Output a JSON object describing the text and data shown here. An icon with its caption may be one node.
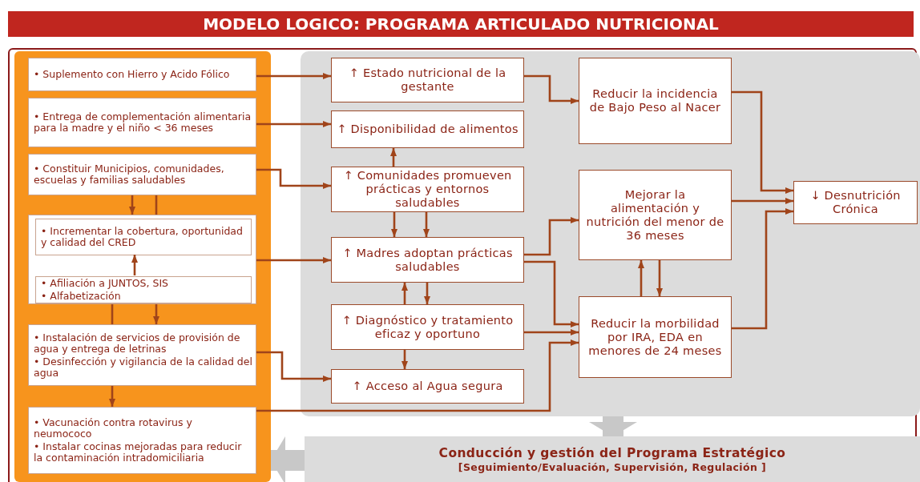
{
  "diagram": {
    "title": "MODELO LOGICO: PROGRAMA ARTICULADO NUTRICIONAL",
    "nodes": [
      {
        "text": [],
        "shape": "box"
      },
      {
        "text": [],
        "shape": "box"
      },
      {
        "text": [
          "• Suplemento con Hierro y Acido Fólico"
        ],
        "in": 0
      },
      {
        "text": [
          "• Entrega de complementación alimentaria para la madre y el niño < 36 meses"
        ],
        "in": 0
      },
      {
        "text": [
          "• Constituir Municipios, comunidades, escuelas y familias saludables"
        ],
        "in": 0
      },
      {
        "text": [],
        "shape": "box",
        "in": 0
      },
      {
        "text": [
          "• Incrementar la cobertura, oportunidad y calidad del CRED"
        ],
        "in": 5
      },
      {
        "text": [
          "• Afiliación a JUNTOS, SIS",
          "• Alfabetización"
        ],
        "in": 5
      },
      {
        "text": [
          "• Instalación de servicios de provisión de agua y entrega de letrinas",
          "• Desinfección y vigilancia de la calidad del agua"
        ],
        "in": 0
      },
      {
        "text": [
          "• Vacunación contra rotavirus y neumococo",
          "• Instalar cocinas mejoradas para reducir la contaminación intradomiciliaria"
        ],
        "in": 0
      },
      {
        "text": [
          "↑ Estado nutricional de la gestante"
        ],
        "in": 1
      },
      {
        "text": [
          "↑ Disponibilidad de alimentos"
        ],
        "in": 1
      },
      {
        "text": [
          "↑ Comunidades promueven prácticas y entornos saludables"
        ],
        "in": 1
      },
      {
        "text": [
          "↑ Madres adoptan prácticas saludables"
        ],
        "in": 1
      },
      {
        "text": [
          "↑ Diagnóstico y tratamiento eficaz y oportuno"
        ],
        "in": 1
      },
      {
        "text": [
          "↑ Acceso al Agua segura"
        ],
        "in": 1
      },
      {
        "text": [
          "Reducir la incidencia de Bajo Peso al Nacer"
        ],
        "in": 1
      },
      {
        "text": [
          "Mejorar la alimentación y nutrición del menor de 36 meses"
        ],
        "in": 1
      },
      {
        "text": [
          "Reducir la morbilidad por IRA, EDA en menores de 24 meses"
        ],
        "in": 1
      },
      {
        "text": [
          "↓ Desnutrición Crónica"
        ],
        "in": 1
      },
      {
        "text": [
          "Conducción y gestión del Programa Estratégico",
          "[Seguimiento/Evaluación, Supervisión, Regulación ]"
        ]
      }
    ],
    "edges": [
      {
        "from": 4,
        "to": 5,
        "arrow": "to"
      },
      {
        "from": 4,
        "to": 5,
        "arrow": "none"
      },
      {
        "from": 7,
        "to": 6,
        "arrow": "to"
      },
      {
        "from": 5,
        "to": 8,
        "arrow": "none"
      },
      {
        "from": 5,
        "to": 8,
        "arrow": "to"
      },
      {
        "from": 8,
        "to": 9,
        "arrow": "to"
      },
      {
        "from": 2,
        "to": 10,
        "arrow": "to"
      },
      {
        "from": 3,
        "to": 11,
        "arrow": "to"
      },
      {
        "from": 4,
        "to": 12,
        "arrow": "to"
      },
      {
        "from": 5,
        "to": 13,
        "arrow": "to"
      },
      {
        "from": 8,
        "to": 15,
        "arrow": "to"
      },
      {
        "from": 9,
        "to": 18,
        "arrow": "to"
      },
      {
        "from": 10,
        "to": 16,
        "arrow": "to"
      },
      {
        "from": 12,
        "to": 11,
        "arrow": "to"
      },
      {
        "from": 12,
        "to": 13,
        "arrow": "to"
      },
      {
        "from": 12,
        "to": 13,
        "arrow": "to"
      },
      {
        "from": 14,
        "to": 13,
        "arrow": "to"
      },
      {
        "from": 13,
        "to": 14,
        "arrow": "to"
      },
      {
        "from": 13,
        "to": 17,
        "arrow": "to"
      },
      {
        "from": 13,
        "to": 18,
        "arrow": "to"
      },
      {
        "from": 14,
        "to": 15,
        "arrow": "to"
      },
      {
        "from": 14,
        "to": 18,
        "arrow": "to"
      },
      {
        "from": 18,
        "to": 17,
        "arrow": "to"
      },
      {
        "from": 17,
        "to": 18,
        "arrow": "to"
      },
      {
        "from": 16,
        "to": 19,
        "arrow": "to"
      },
      {
        "from": 17,
        "to": 19,
        "arrow": "to"
      },
      {
        "from": 18,
        "to": 19,
        "arrow": "to"
      },
      {
        "from": 1,
        "to": 20,
        "arrow": "to",
        "style": "thick",
        "color": "#c8c8c8"
      },
      {
        "from": 20,
        "to": 0,
        "arrow": "to",
        "style": "thick",
        "color": "#c8c8c8"
      }
    ]
  }
}
